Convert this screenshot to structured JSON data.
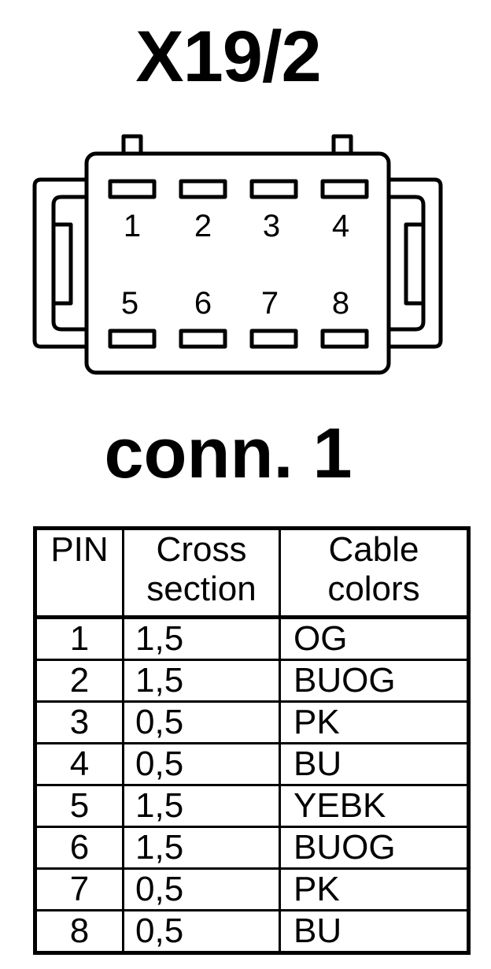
{
  "title": "X19/2",
  "subtitle": "conn. 1",
  "connector": {
    "top_pins": [
      "1",
      "2",
      "3",
      "4"
    ],
    "bottom_pins": [
      "5",
      "6",
      "7",
      "8"
    ]
  },
  "table": {
    "headers": {
      "pin": "PIN",
      "cross_line1": "Cross",
      "cross_line2": "section",
      "colors_line1": "Cable",
      "colors_line2": "colors"
    },
    "rows": [
      {
        "pin": "1",
        "cross": "1,5",
        "color": "OG"
      },
      {
        "pin": "2",
        "cross": "1,5",
        "color": "BUOG"
      },
      {
        "pin": "3",
        "cross": "0,5",
        "color": "PK"
      },
      {
        "pin": "4",
        "cross": "0,5",
        "color": "BU"
      },
      {
        "pin": "5",
        "cross": "1,5",
        "color": "YEBK"
      },
      {
        "pin": "6",
        "cross": "1,5",
        "color": "BUOG"
      },
      {
        "pin": "7",
        "cross": "0,5",
        "color": "PK"
      },
      {
        "pin": "8",
        "cross": "0,5",
        "color": "BU"
      }
    ]
  }
}
